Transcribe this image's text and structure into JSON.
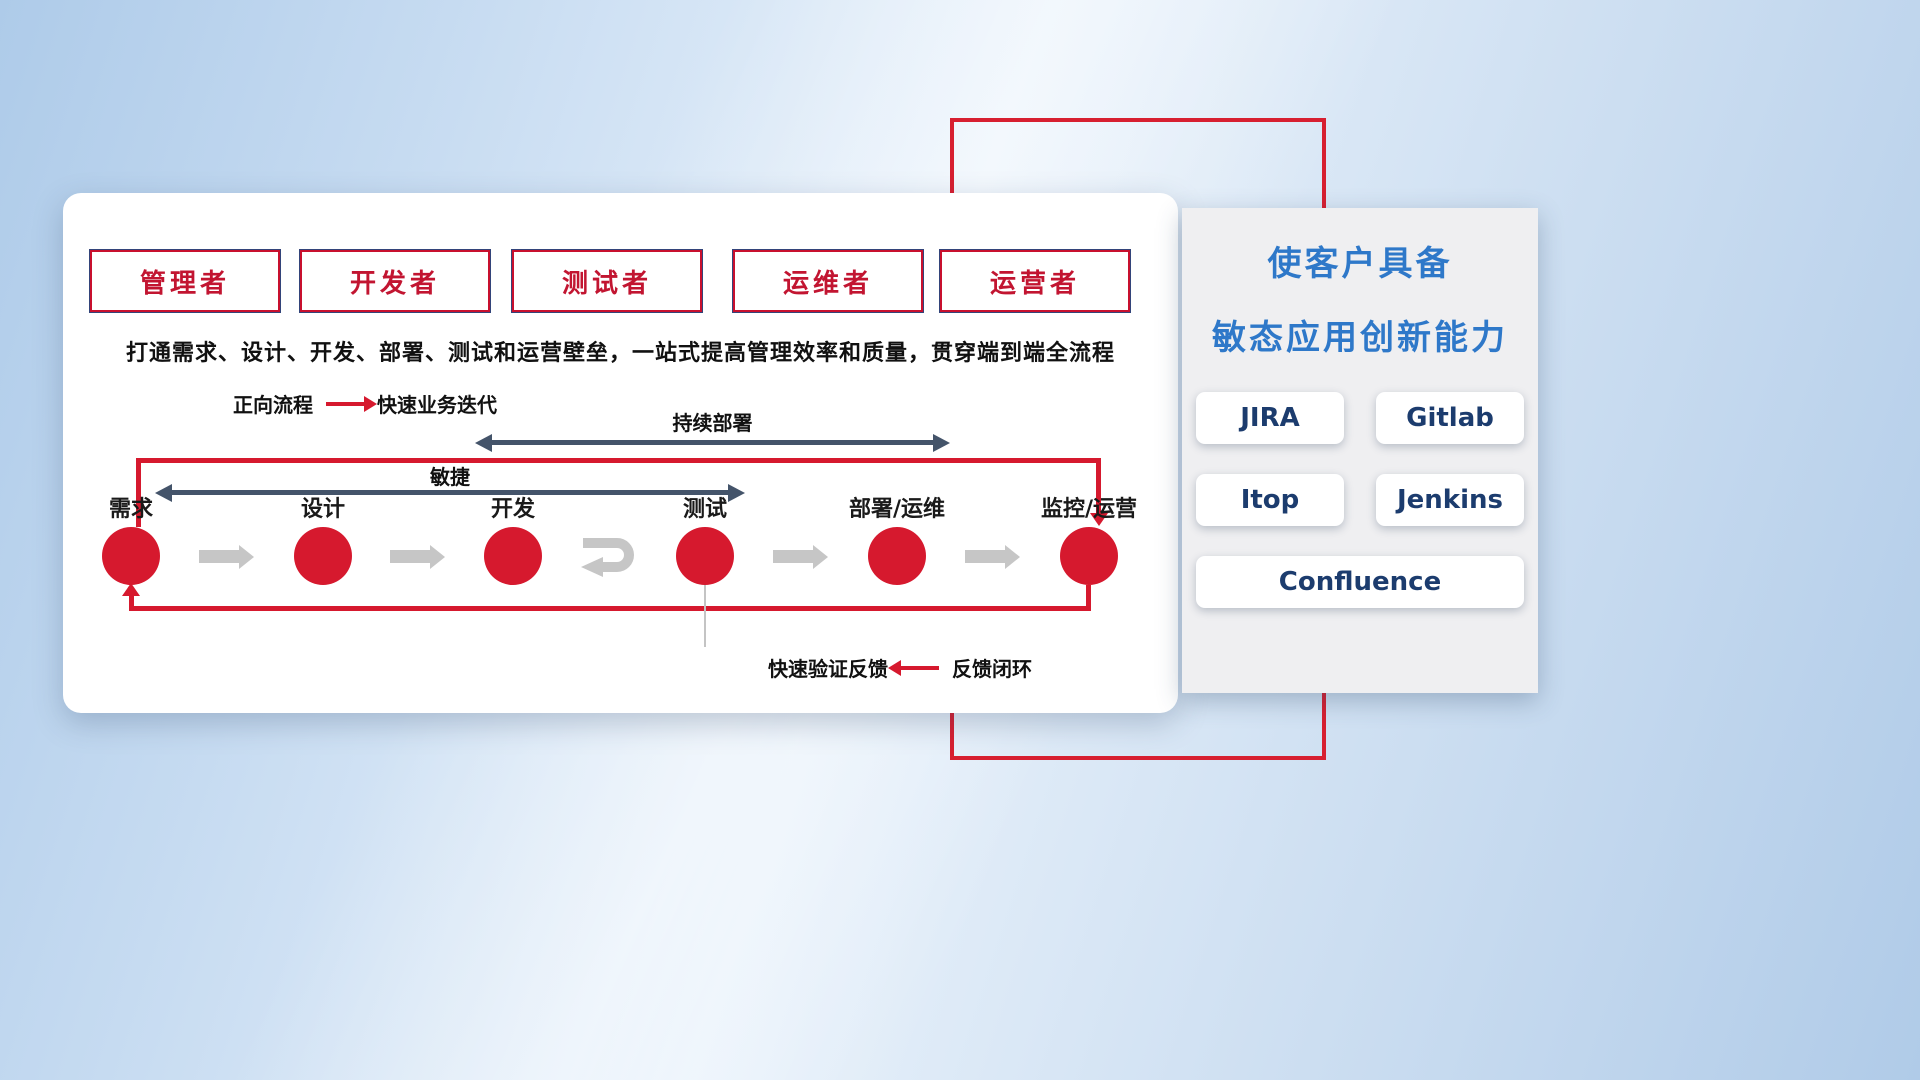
{
  "slide": {
    "roles": [
      "管理者",
      "开发者",
      "测试者",
      "运维者",
      "运营者"
    ],
    "description": "打通需求、设计、开发、部署、测试和运营壁垒，一站式提高管理效率和质量，贯穿端到端全流程",
    "legend_forward": {
      "label": "正向流程",
      "desc": "快速业务迭代"
    },
    "legend_feedback": {
      "desc": "快速验证反馈",
      "label": "反馈闭环"
    },
    "flow": {
      "stages": [
        "需求",
        "设计",
        "开发",
        "测试",
        "部署/运维",
        "监控/运营"
      ],
      "agile_label": "敏捷",
      "cd_label": "持续部署"
    }
  },
  "panel": {
    "title_line1": "使客户具备",
    "title_line2": "敏态应用创新能力",
    "tools": [
      "JIRA",
      "Gitlab",
      "Itop",
      "Jenkins",
      "Confluence"
    ]
  },
  "colors": {
    "accent_red": "#d6192e",
    "steel_arrow": "#44546a",
    "gray_arrow": "#c6c6c6",
    "title_blue": "#2e78c9",
    "tool_navy": "#1c3c6e",
    "role_red": "#c21531"
  }
}
